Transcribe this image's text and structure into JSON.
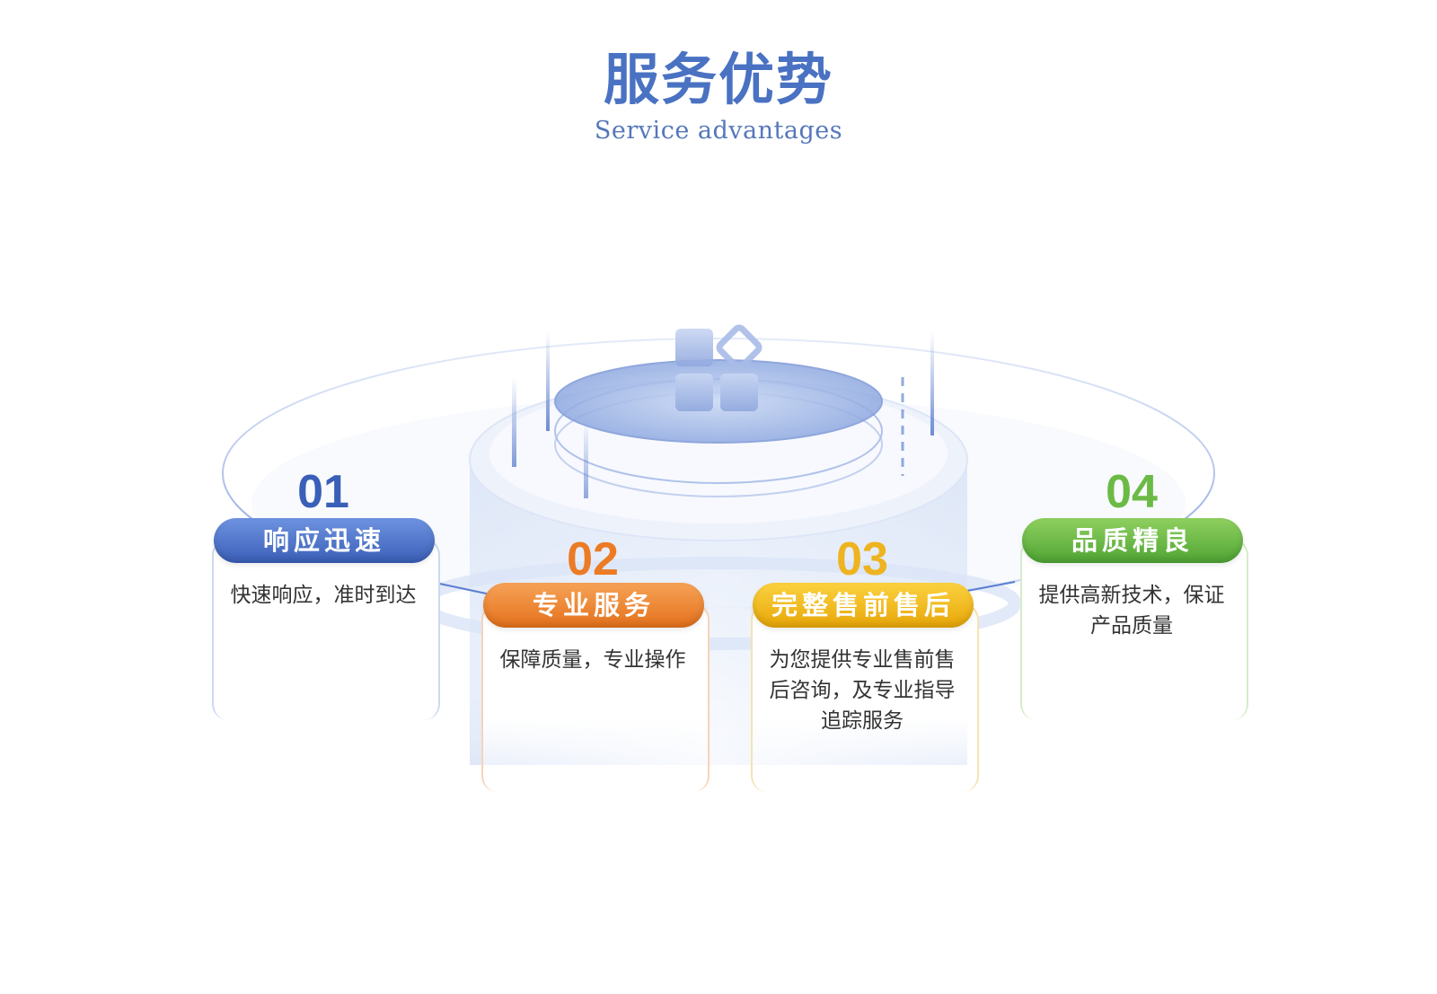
{
  "header": {
    "title": "服务优势",
    "subtitle": "Service advantages"
  },
  "colors": {
    "title": "#4a72c2",
    "blue": "#3a5fb8",
    "orange": "#e4711c",
    "yellow": "#e8a708",
    "green": "#4fa534"
  },
  "illustration": {
    "icon": "app-grid-icon"
  },
  "items": [
    {
      "number": "01",
      "title": "响应迅速",
      "description": "快速响应，准时到达"
    },
    {
      "number": "02",
      "title": "专业服务",
      "description": "保障质量，专业操作"
    },
    {
      "number": "03",
      "title": "完整售前售后",
      "description": "为您提供专业售前售后咨询，及专业指导追踪服务"
    },
    {
      "number": "04",
      "title": "品质精良",
      "description": "提供高新技术，保证产品质量"
    }
  ]
}
